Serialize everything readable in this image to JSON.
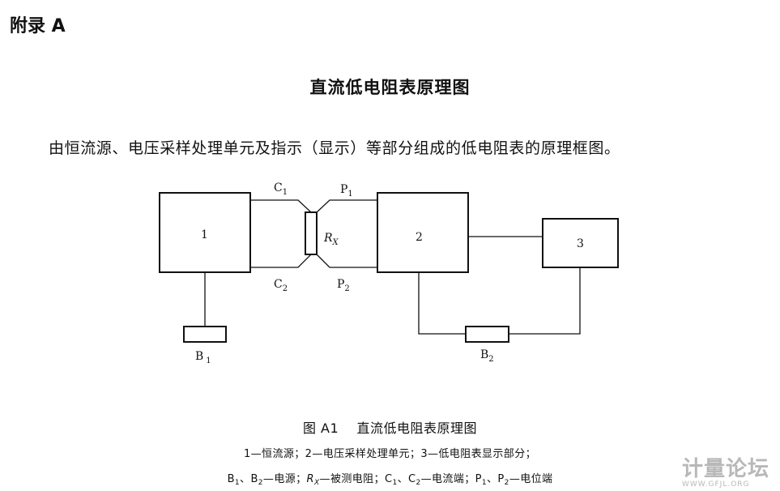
{
  "appendix_label": "附录 A",
  "title": "直流低电阻表原理图",
  "intro": "由恒流源、电压采样处理单元及指示（显示）等部分组成的低电阻表的原理框图。",
  "diagram": {
    "block_1": "1",
    "block_2": "2",
    "block_3": "3",
    "c1": "C",
    "c1_sub": "1",
    "c2": "C",
    "c2_sub": "2",
    "p1": "P",
    "p1_sub": "1",
    "p2": "P",
    "p2_sub": "2",
    "rx": "R",
    "rx_sub": "X",
    "b1": "B",
    "b1_sub": "1",
    "b2": "B",
    "b2_sub": "2"
  },
  "caption": "图 A1    直流低电阻表原理图",
  "legend_line1": "1—恒流源；2—电压采样处理单元；3—低电阻表显示部分；",
  "legend_line2": {
    "b1": "B",
    "b1_sub": "1",
    "sep1": "、",
    "b2": "B",
    "b2_sub": "2",
    "b_desc": "—电源；",
    "rx": "R",
    "rx_sub": "X",
    "rx_desc": "—被测电阻；",
    "c1": "C",
    "c1_sub": "1",
    "sep2": "、",
    "c2": "C",
    "c2_sub": "2",
    "c_desc": "—电流端；",
    "p1": "P",
    "p1_sub": "1",
    "sep3": "、",
    "p2": "P",
    "p2_sub": "2",
    "p_desc": "—电位端"
  },
  "watermark": {
    "text": "计量论坛",
    "url": "WWW.GFJL.ORG"
  }
}
